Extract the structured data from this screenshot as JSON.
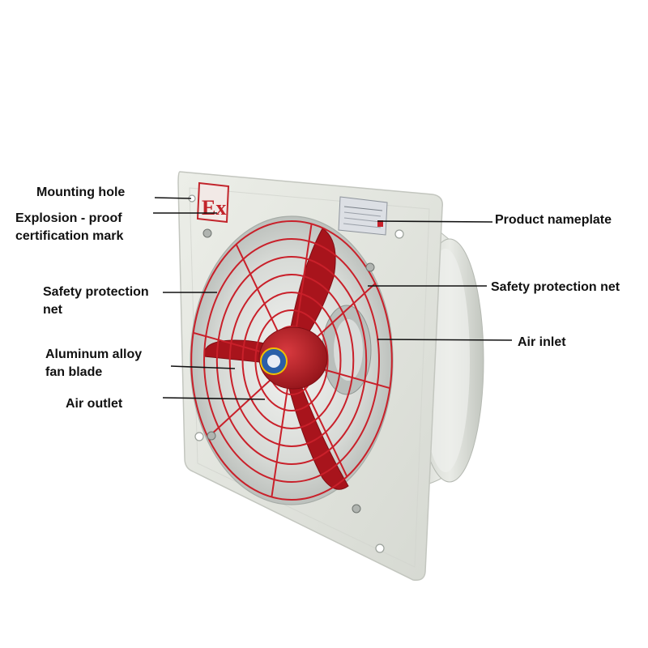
{
  "colors": {
    "panel": "#e4e6e0",
    "panel_shadow": "#c9ccc5",
    "guard": "#c9202a",
    "blade": "#a8141c",
    "hub_badge": "#2b5fa8",
    "leader": "#111111",
    "label_text": "#111111"
  },
  "cert_mark_text": "Ex",
  "labels": {
    "mounting_hole": "Mounting hole",
    "explosion_proof_line1": "Explosion - proof",
    "explosion_proof_line2": "certification mark",
    "safety_net_left_line1": "Safety protection",
    "safety_net_left_line2": "net",
    "aluminum_blade_line1": "Aluminum alloy",
    "aluminum_blade_line2": "fan blade",
    "air_outlet": "Air outlet",
    "product_nameplate": "Product nameplate",
    "safety_net_right": "Safety protection net",
    "air_inlet": "Air inlet"
  }
}
